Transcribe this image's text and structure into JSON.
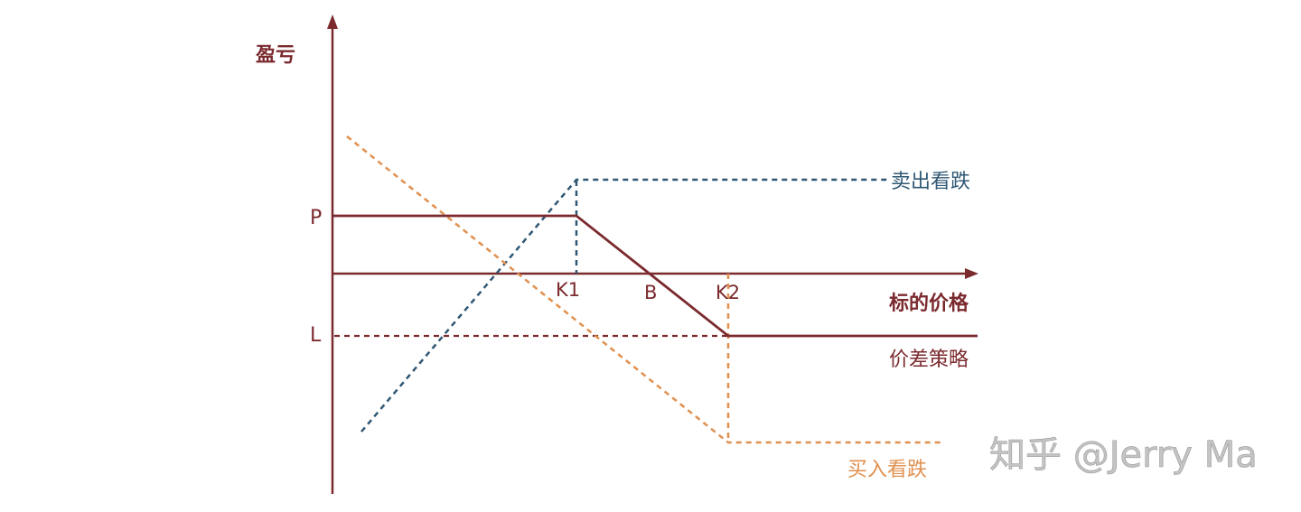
{
  "colors": {
    "axis": "#7b2a2e",
    "strategy": "#7b2a2e",
    "sell_put": "#2f5774",
    "buy_put": "#e0904f",
    "watermark": "#b8b8b8"
  },
  "labels": {
    "y_axis": "盈亏",
    "x_axis": "标的价格",
    "P": "P",
    "L": "L",
    "K1": "K1",
    "B": "B",
    "K2": "K2",
    "sell_put": "卖出看跌",
    "buy_put": "买入看跌",
    "strategy": "价差策略",
    "watermark": "知乎 @Jerry Ma"
  },
  "geometry": {
    "origin_x": 368,
    "x_axis_y": 303,
    "y_top": 18,
    "y_bottom": 547,
    "x_end": 1082,
    "P_y": 239,
    "L_y": 372,
    "K1_x": 638,
    "B_x": 720,
    "K2_x": 806
  },
  "chart_data": {
    "type": "line",
    "title": "",
    "xlabel": "标的价格",
    "ylabel": "盈亏",
    "series": [
      {
        "name": "价差策略",
        "style": "solid",
        "points": [
          [
            368,
            239
          ],
          [
            638,
            239
          ],
          [
            806,
            372
          ],
          [
            1082,
            372
          ]
        ]
      },
      {
        "name": "卖出看跌",
        "style": "dashed",
        "points": [
          [
            400,
            478
          ],
          [
            638,
            199
          ],
          [
            985,
            199
          ]
        ]
      },
      {
        "name": "买入看跌",
        "style": "dashed",
        "points": [
          [
            384,
            151
          ],
          [
            806,
            490
          ],
          [
            1042,
            490
          ]
        ]
      }
    ],
    "annotations": [
      "P",
      "L",
      "K1",
      "B",
      "K2"
    ]
  }
}
